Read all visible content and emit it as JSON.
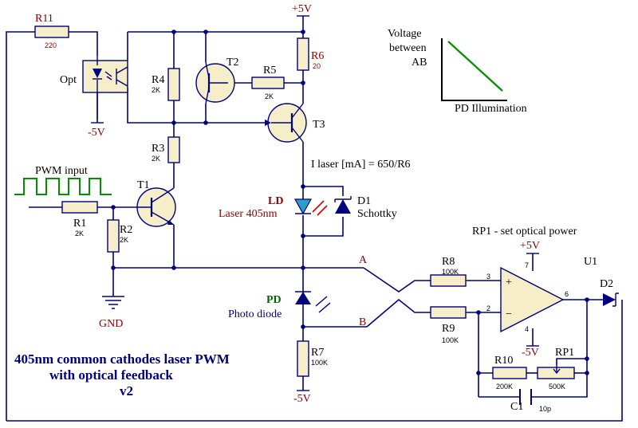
{
  "title": {
    "line1": "405nm common cathodes laser PWM",
    "line2": "with optical feedback",
    "line3": "v2"
  },
  "supplies": {
    "vplus_top": "+5V",
    "vplus_opamp": "+5V",
    "vminus_opt": "-5V",
    "vminus_r7": "-5V",
    "vminus_opamp": "-5V",
    "gnd": "GND"
  },
  "components": {
    "r11": {
      "ref": "R11",
      "value": "220"
    },
    "r4": {
      "ref": "R4",
      "value": "2K"
    },
    "r3": {
      "ref": "R3",
      "value": "2K"
    },
    "r5": {
      "ref": "R5",
      "value": "2K"
    },
    "r6": {
      "ref": "R6",
      "value": "20"
    },
    "r1": {
      "ref": "R1",
      "value": "2K"
    },
    "r2": {
      "ref": "R2",
      "value": "2K"
    },
    "r7": {
      "ref": "R7",
      "value": "100K"
    },
    "r8": {
      "ref": "R8",
      "value": "100K"
    },
    "r9": {
      "ref": "R9",
      "value": "100K"
    },
    "r10": {
      "ref": "R10",
      "value": "200K"
    },
    "rp1": {
      "ref": "RP1",
      "value": "500K"
    },
    "c1": {
      "ref": "C1",
      "value": "10p"
    },
    "t1": {
      "ref": "T1"
    },
    "t2": {
      "ref": "T2"
    },
    "t3": {
      "ref": "T3"
    },
    "d1": {
      "ref": "D1",
      "desc": "Schottky"
    },
    "d2": {
      "ref": "D2"
    },
    "u1": {
      "ref": "U1"
    },
    "opt": {
      "ref": "Opt"
    },
    "ld": {
      "ref": "LD",
      "desc": "Laser 405nm"
    },
    "pd": {
      "ref": "PD",
      "desc": "Photo diode"
    }
  },
  "labels": {
    "pwm_input": "PWM input",
    "i_laser": "I laser [mA] = 650/R6",
    "rp1_note": "RP1 - set optical power",
    "node_a": "A",
    "node_b": "B",
    "opamp_pin3": "3",
    "opamp_pin2": "2",
    "opamp_pin6": "6",
    "opamp_pin7": "7",
    "opamp_pin4": "4",
    "opamp_plus": "+",
    "opamp_minus": "−"
  },
  "graph": {
    "ylabel_1": "Voltage",
    "ylabel_2": "between",
    "ylabel_3": "AB",
    "xlabel": "PD Illumination",
    "line_color": "#009000"
  },
  "colors": {
    "wire": "#00007f",
    "part_body": "#f5eec8",
    "ref_red": "#8b0000",
    "pd_green": "#006400",
    "laser_cyan": "#2aa0c8",
    "pwm_wave": "#009000"
  }
}
